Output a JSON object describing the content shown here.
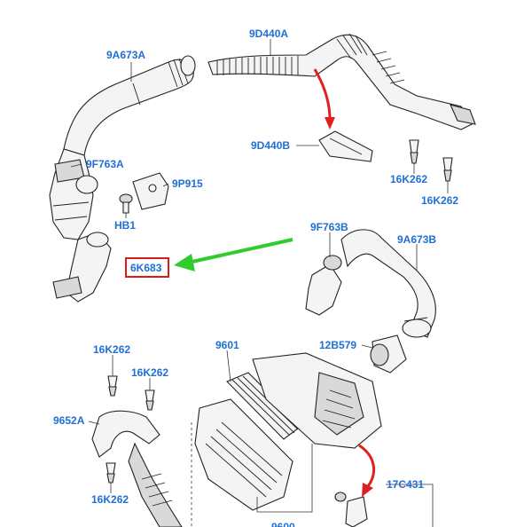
{
  "labels": {
    "l_9A673A": "9A673A",
    "l_9D440A": "9D440A",
    "l_9D440B": "9D440B",
    "l_9F763A": "9F763A",
    "l_9P915": "9P915",
    "l_HB1": "HB1",
    "l_16K262_a": "16K262",
    "l_16K262_b": "16K262",
    "l_6K683": "6K683",
    "l_9F763B": "9F763B",
    "l_9A673B": "9A673B",
    "l_12B579": "12B579",
    "l_9601": "9601",
    "l_16K262_c": "16K262",
    "l_16K262_d": "16K262",
    "l_9652A": "9652A",
    "l_16K262_e": "16K262",
    "l_17C431": "17C431",
    "l_9600": "9600"
  },
  "colors": {
    "label_blue": "#1f6fd6",
    "highlight_red": "#d91a1a",
    "pointer_green": "#2ecc2e",
    "arrow_red": "#e02020",
    "line_black": "#222222"
  }
}
